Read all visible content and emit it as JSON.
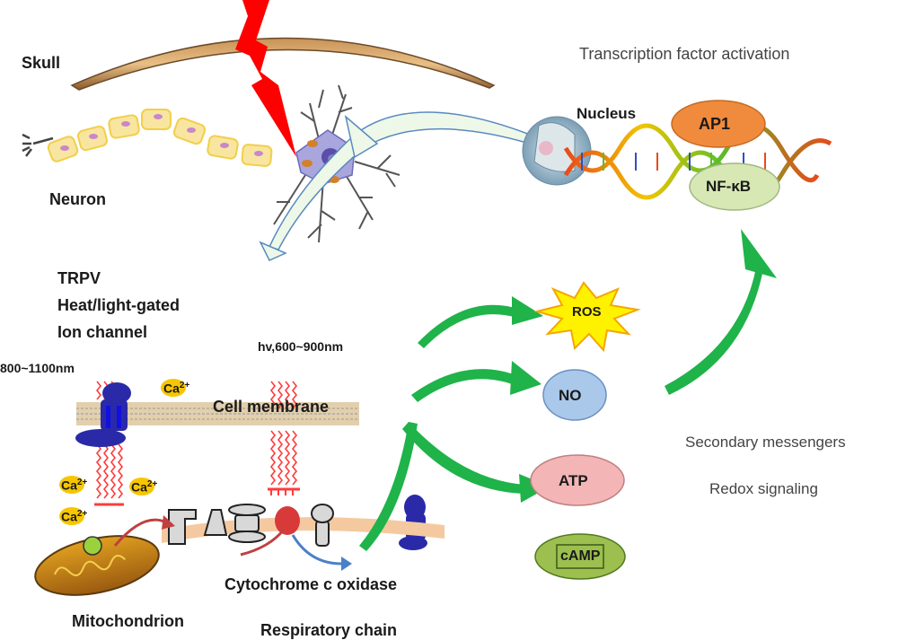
{
  "labels": {
    "skull": "Skull",
    "neuron": "Neuron",
    "nucleus": "Nucleus",
    "transcription": "Transcription factor activation",
    "trpv_line1": "TRPV",
    "trpv_line2": "Heat/light-gated",
    "trpv_line3": "Ion channel",
    "wavelength_trpv": "800~1100nm",
    "wavelength_cco": "hv,600~900nm",
    "cell_membrane": "Cell membrane",
    "cytochrome": "Cytochrome c oxidase",
    "mitochondrion": "Mitochondrion",
    "respiratory_chain": "Respiratory chain",
    "secondary_messengers": "Secondary messengers",
    "redox_signaling": "Redox signaling"
  },
  "calcium_ions": [
    "Ca2+",
    "Ca2+",
    "Ca2+",
    "Ca2+"
  ],
  "transcription_factors": [
    {
      "label": "AP1",
      "color": "#f08a3c"
    },
    {
      "label": "NF-κB",
      "color": "#d7e8b4"
    }
  ],
  "messengers": [
    {
      "label": "ROS",
      "color": "#fff200",
      "shape": "star"
    },
    {
      "label": "NO",
      "color": "#a9c8ea",
      "shape": "ellipse"
    },
    {
      "label": "ATP",
      "color": "#f3b5b5",
      "shape": "ellipse"
    },
    {
      "label": "cAMP",
      "color": "#9cbf4f",
      "shape": "ellipse"
    }
  ],
  "colors": {
    "lightning": "#ff0000",
    "green_arrow": "#1fb34a",
    "skull": "#d9a56b",
    "axon_sheath": "#f7e08a",
    "neuron_body": "#a9a6dd",
    "ion_channel": "#2a2aa8",
    "light_waves": "#ff3b3b",
    "membrane": "#d9c3a0",
    "mito_membrane": "#f5c9a0",
    "ca_ion": "#f7c600",
    "cco": "#d83a3a"
  }
}
